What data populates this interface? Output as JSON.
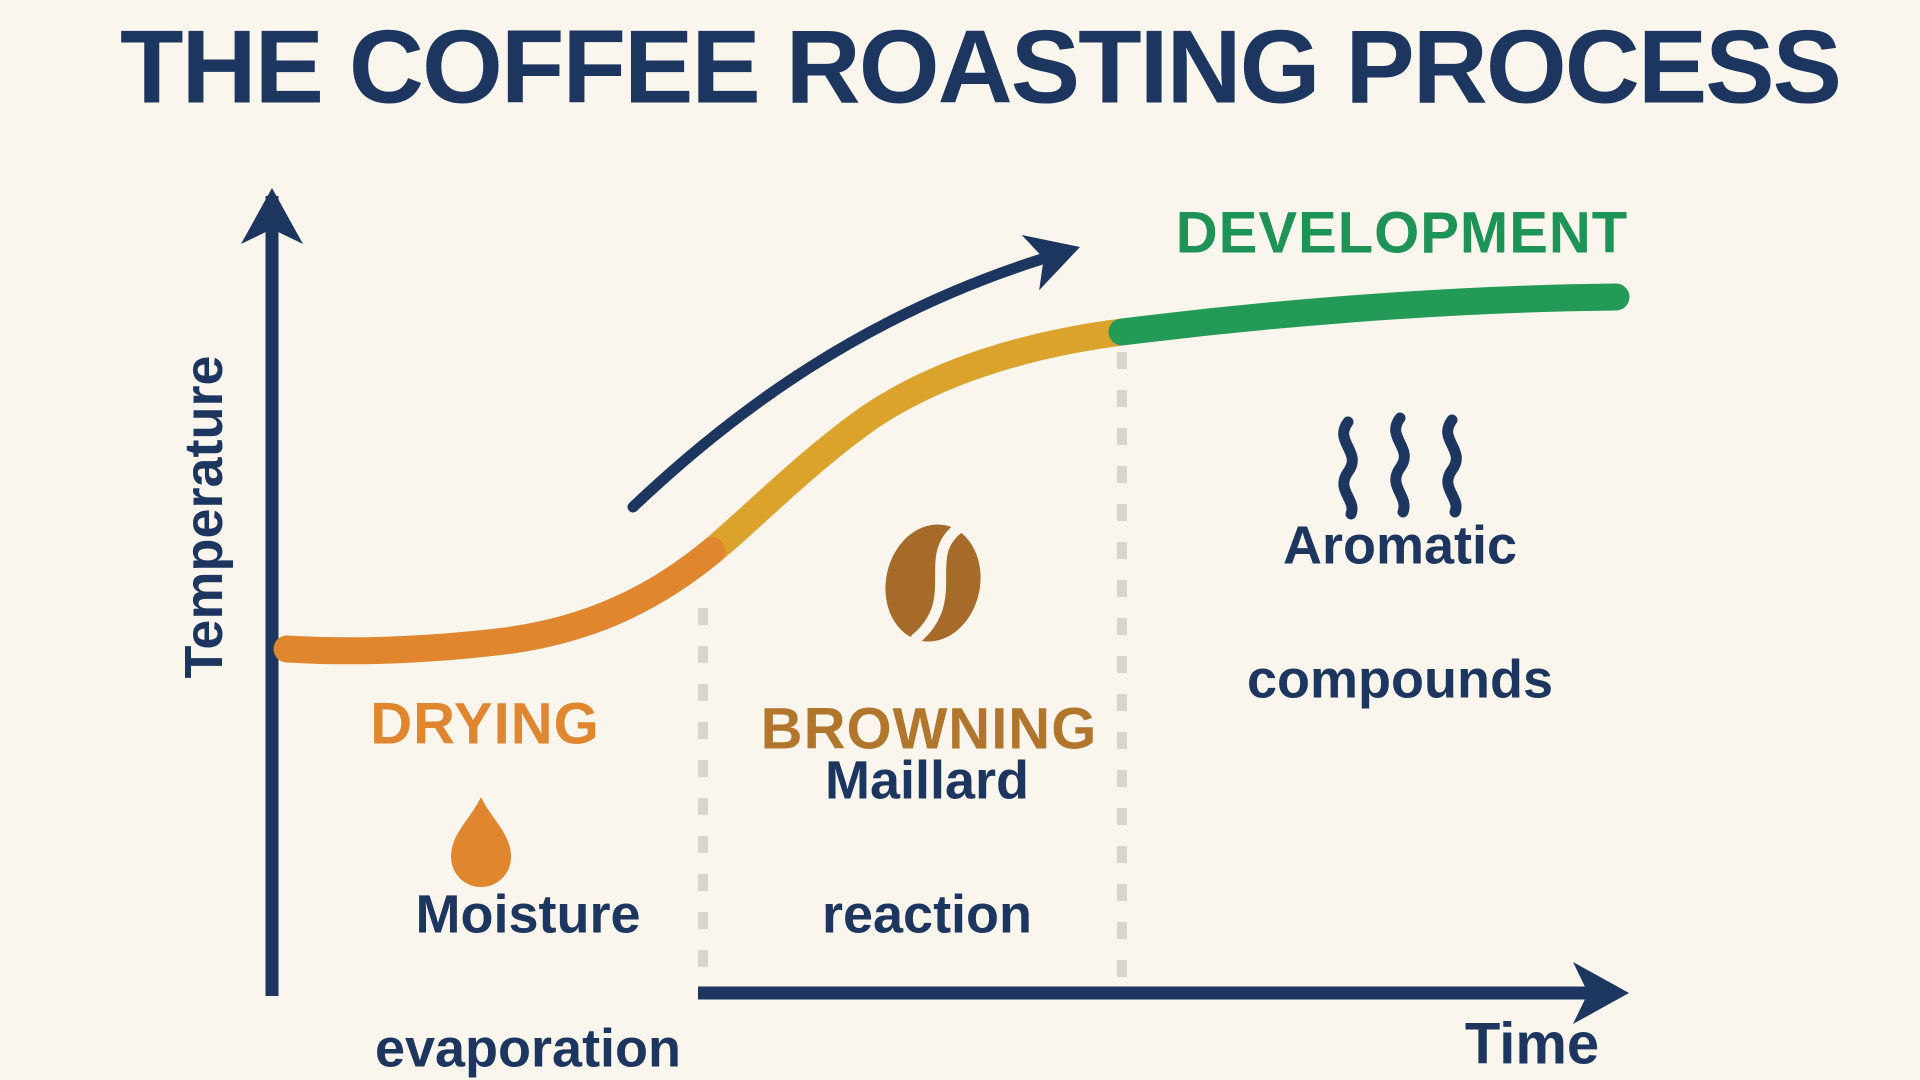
{
  "title": "THE COFFEE ROASTING PROCESS",
  "axes": {
    "y_label": "Temperature",
    "x_label": "Time"
  },
  "phases": [
    {
      "name": "DRYING",
      "sub_line1": "Moisture",
      "sub_line2": "evaporation",
      "icon": "water-droplet-icon",
      "color": "#E0862E"
    },
    {
      "name": "BROWNING",
      "sub_line1": "Maillard",
      "sub_line2": "reaction",
      "icon": "coffee-bean-icon",
      "color": "#B1752C"
    },
    {
      "name": "DEVELOPMENT",
      "sub_line1": "Aromatic",
      "sub_line2": "compounds",
      "icon": "steam-icon",
      "color": "#1D9355"
    }
  ],
  "icons": [
    "up-arrow-icon",
    "right-arrow-icon",
    "curved-arrow-icon",
    "water-droplet-icon",
    "coffee-bean-icon",
    "steam-icon"
  ],
  "colors": {
    "bg": "#FAF6EE",
    "navy": "#1D3660",
    "orange": "#E0862E",
    "amber": "#DCA32C",
    "green": "#239A55",
    "greentext": "#1D9355",
    "brown": "#B1752C",
    "bean": "#A66B29",
    "dash": "#D9D5CE"
  },
  "chart_data": {
    "type": "line",
    "title": "THE COFFEE ROASTING PROCESS",
    "xlabel": "Time",
    "ylabel": "Temperature",
    "axes_numeric": false,
    "grid": false,
    "legend": "phase labels placed along curve",
    "phases": [
      {
        "name": "DRYING",
        "color": "#E0862E",
        "x_range_pct": [
          0,
          31
        ],
        "annotation": "Moisture evaporation",
        "profile": "flat low temperature then start of rise"
      },
      {
        "name": "BROWNING",
        "color": "#DCA32C",
        "x_range_pct": [
          31,
          62
        ],
        "annotation": "Maillard reaction",
        "profile": "steep rise easing off"
      },
      {
        "name": "DEVELOPMENT",
        "color": "#239A55",
        "x_range_pct": [
          62,
          100
        ],
        "annotation": "Aromatic compounds",
        "profile": "gradual plateau at high temperature"
      }
    ],
    "curve_points_pct": [
      [
        0,
        35
      ],
      [
        18,
        35
      ],
      [
        28,
        42
      ],
      [
        31,
        46
      ],
      [
        38,
        58
      ],
      [
        44,
        66
      ],
      [
        53,
        72
      ],
      [
        62,
        75
      ],
      [
        78,
        77
      ],
      [
        100,
        78
      ]
    ],
    "separators": "dashed vertical lines at phase boundaries (31% and 62% of time axis)"
  }
}
